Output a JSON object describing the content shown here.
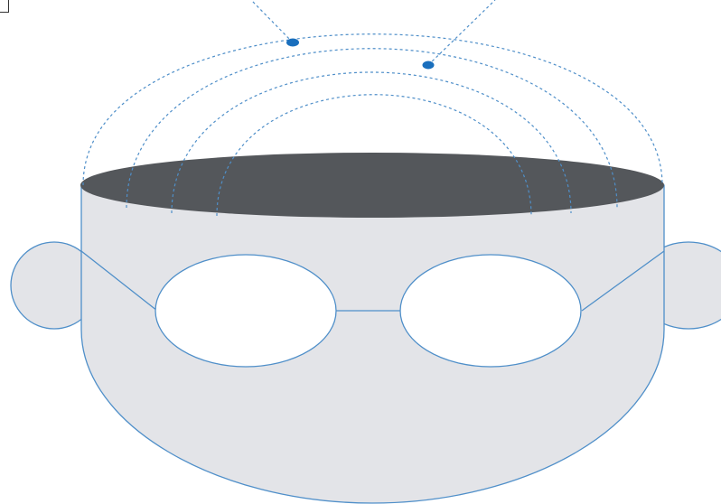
{
  "diagram": {
    "subject": "head-with-open-top-and-glasses",
    "colors": {
      "face_fill": "#e3e4e8",
      "outline": "#4f8fc9",
      "head_opening": "#54575b",
      "signal_dashes": "#4f8fc9",
      "signal_dots": "#1a6fbd",
      "lens_fill": "#ffffff",
      "background": "#ffffff"
    },
    "signal_rings": 4,
    "signal_points": 2,
    "icons": [
      "corner-bracket-icon"
    ]
  }
}
